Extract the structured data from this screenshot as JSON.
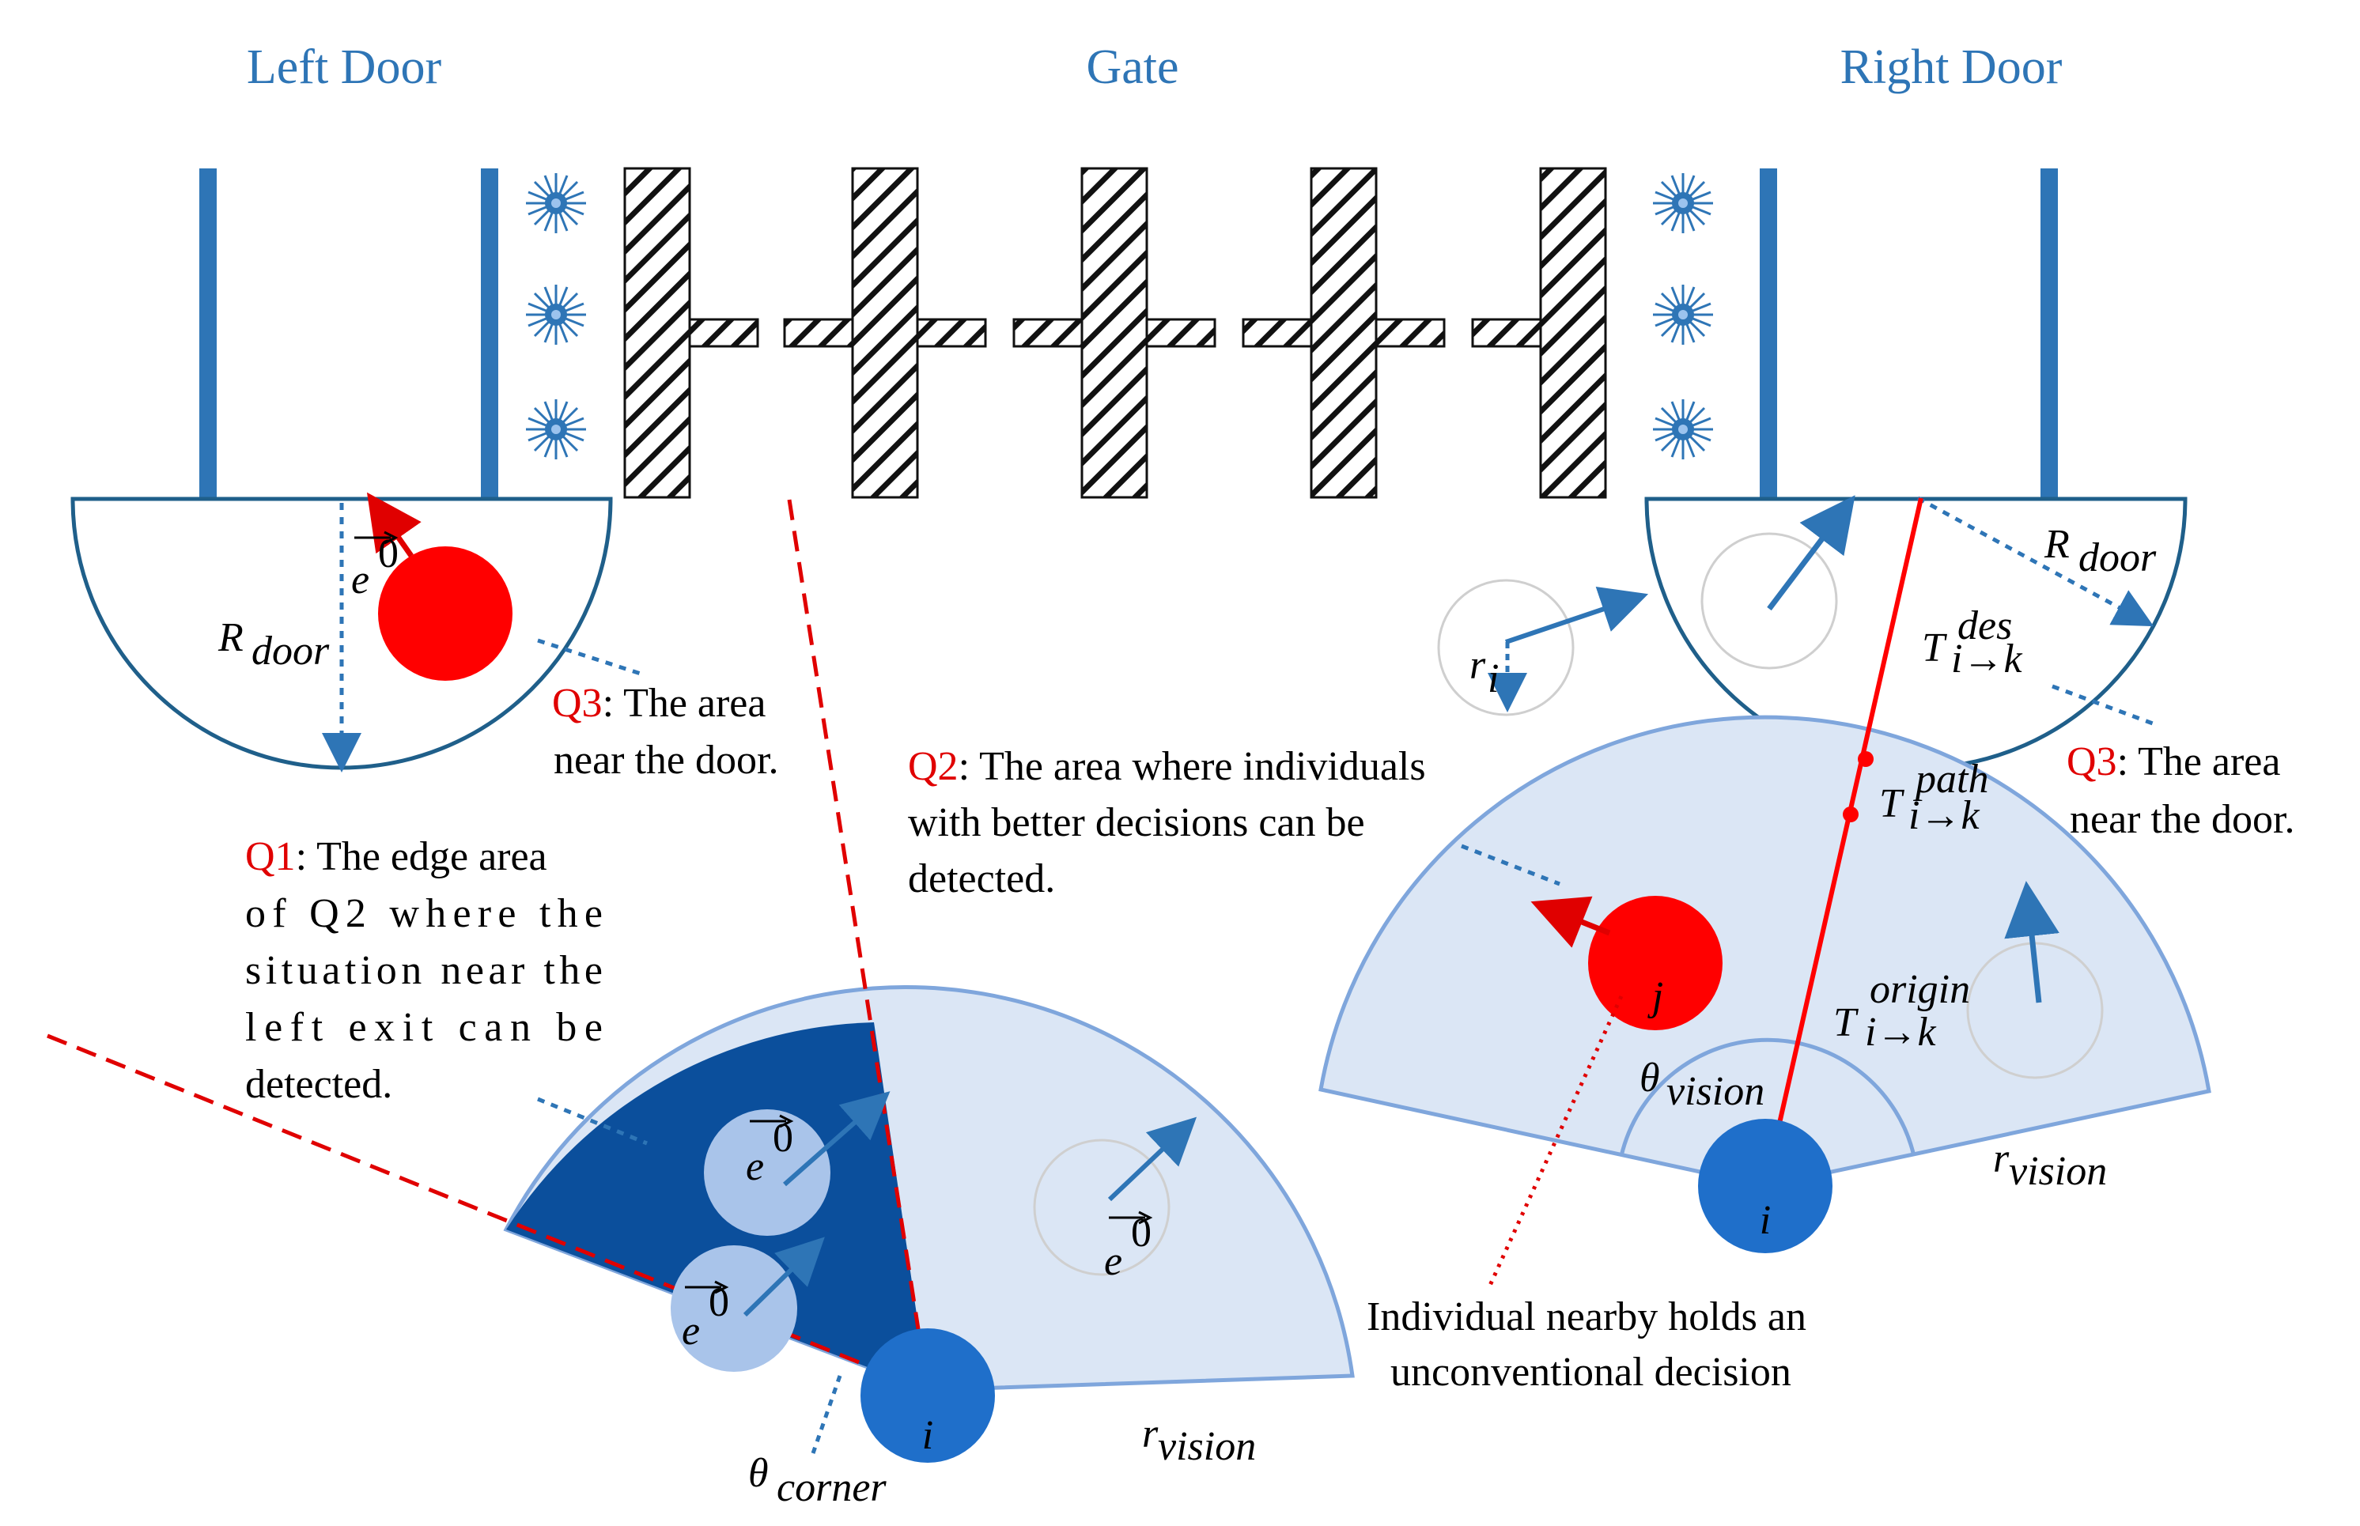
{
  "titles": {
    "left_door": "Left Door",
    "gate": "Gate",
    "right_door": "Right Door"
  },
  "labels": {
    "e0_symbol": "e",
    "e0_sup": "0",
    "r_door": "R",
    "r_door_sub": "door",
    "r_i": "r",
    "r_i_sub": "i",
    "t_des": "T",
    "t_des_sup": "des",
    "t_path": "T",
    "t_path_sup": "path",
    "t_origin": "T",
    "t_origin_sup": "origin",
    "t_sub": "i→k",
    "theta_vision": "θ",
    "theta_vision_sub": "vision",
    "theta_corner": "θ",
    "theta_corner_sub": "corner",
    "r_vision": "r",
    "r_vision_sub": "vision",
    "agent_i": "i",
    "agent_j": "j"
  },
  "annotations": {
    "q3_left": {
      "tag": "Q3",
      "line1": ": The area",
      "line2": "near the door."
    },
    "q3_right": {
      "tag": "Q3",
      "line1": ": The area",
      "line2": "near the door."
    },
    "q2": {
      "tag": "Q2",
      "line1": ": The area where individuals",
      "line2": "with better decisions can be",
      "line3": "detected."
    },
    "q1": {
      "tag": "Q1",
      "line1": ": The edge area",
      "line2": "of Q2 where the",
      "line3": "situation near the",
      "line4": "left exit can be",
      "line5": "detected."
    },
    "nearby": {
      "line1": "Individual nearby holds an",
      "line2": "unconventional decision"
    }
  },
  "colors": {
    "blue": "#2e75b6",
    "dark_blue": "#0b4f9c",
    "light_blue": "#dbe6f5",
    "agent_blue": "#1f6fca",
    "red": "#ff0000",
    "pale_circle": "#a9c4ea"
  },
  "icons": [
    "starburst-icon",
    "gate-turnstile"
  ]
}
